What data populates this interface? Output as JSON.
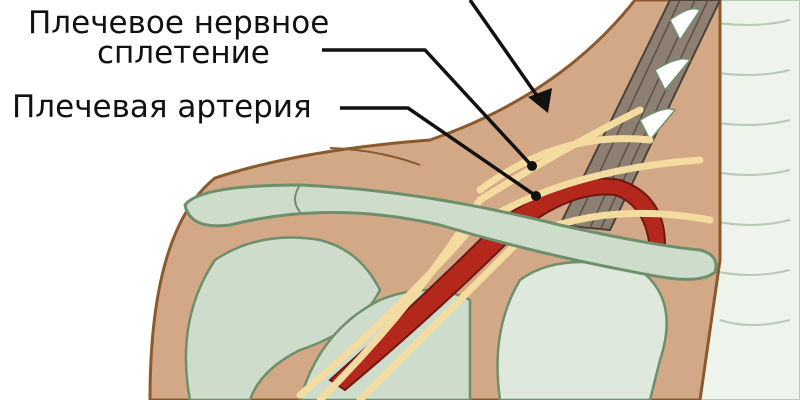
{
  "labels": {
    "brachial_plexus_line1": "Плечевое нервное",
    "brachial_plexus_line2": "сплетение",
    "brachial_artery": "Плечевая артерия"
  },
  "colors": {
    "skin": "#d3a887",
    "skin_outline": "#8a5a2e",
    "bone": "#cddccb",
    "bone_outline": "#6e8f6c",
    "artery": "#b3271c",
    "nerve": "#f4dca0",
    "muscle": "#8d8073",
    "leader": "#111111"
  }
}
